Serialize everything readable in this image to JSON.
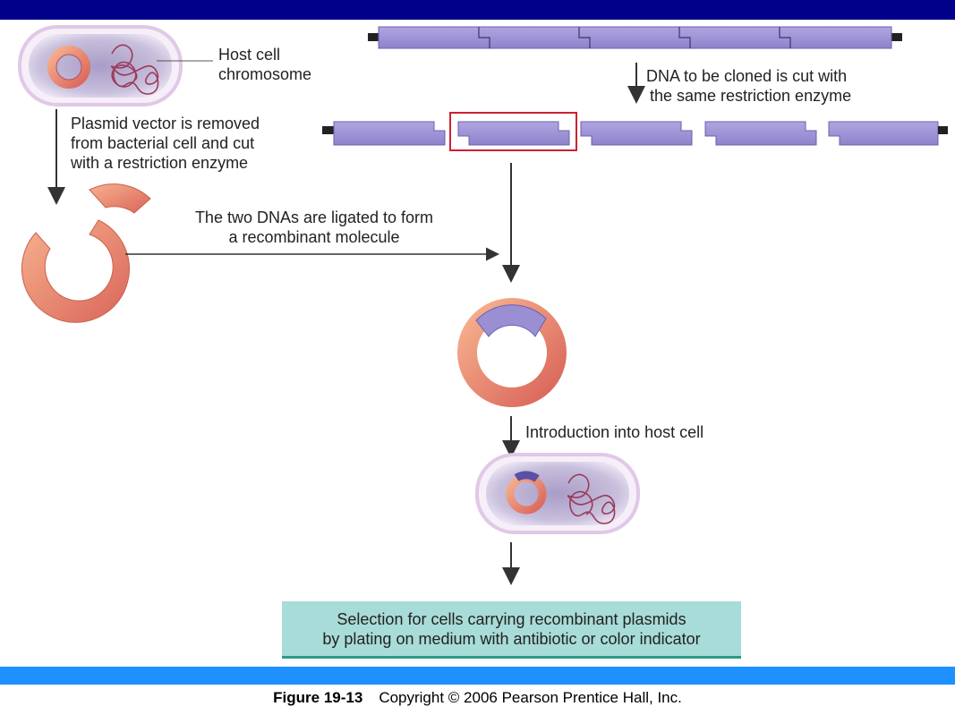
{
  "labels": {
    "host_cell_line1": "Host cell",
    "host_cell_line2": "chromosome",
    "plasmid_line1": "Plasmid vector is removed",
    "plasmid_line2": "from bacterial cell and cut",
    "plasmid_line3": "with a restriction enzyme",
    "dna_cut_line1": "DNA to be cloned is cut with",
    "dna_cut_line2": "the same restriction enzyme",
    "ligate_line1": "The two DNAs are ligated to form",
    "ligate_line2": "a recombinant molecule",
    "introduction": "Introduction into host cell",
    "selection_line1": "Selection for cells carrying recombinant plasmids",
    "selection_line2": "by plating on medium with antibiotic or color indicator"
  },
  "caption": {
    "figure": "Figure 19-13",
    "copyright": "Copyright © 2006 Pearson Prentice Hall, Inc."
  },
  "colors": {
    "top_bar": "#00008b",
    "bottom_bar": "#1e90ff",
    "dna_purple": "#9b8fd4",
    "plasmid_salmon": "#e9826a",
    "selection_box": "#a8dcd8",
    "highlight_box": "#cc2233"
  }
}
